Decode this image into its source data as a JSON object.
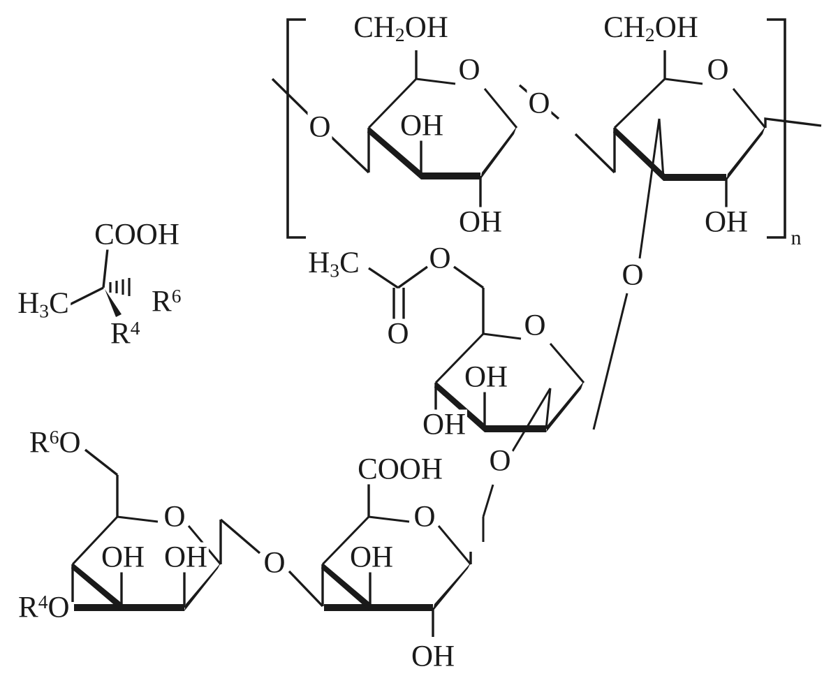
{
  "figure": {
    "type": "chemical-structure-diagram",
    "title": "",
    "subject": "Polysaccharide repeat unit with pyruvyl and acetyl substituents and R-group definitions",
    "line_color": "#1a1a1a",
    "background_color": "#ffffff",
    "projection": "Haworth"
  },
  "labels": {
    "ch2oh_top_left": "CH2OH",
    "ch2oh_top_right": "CH2OH",
    "ring_o_top_left": "O",
    "ring_o_top_right": "O",
    "glyco_o_left": "O",
    "glyco_o_mid_top": "O",
    "oh_top_left_c3": "OH",
    "oh_top_left_c2": "OH",
    "oh_top_right_c2": "OH",
    "repeat_subscript": "n",
    "acetyl_methyl": "H3C",
    "acetyl_ester_o": "O",
    "acetyl_carbonyl_o": "O",
    "mid_ring_o": "O",
    "mid_oh_c3": "OH",
    "mid_oh_c4": "OH",
    "glyco_o_long": "O",
    "glyco_o_lower": "O",
    "side_cooh": "COOH",
    "side_methyl": "H3C",
    "side_r6": "R6",
    "side_r4": "R4",
    "bl_r6o": "R6O",
    "bl_r4o": "R4O",
    "bl_ring_o": "O",
    "bl_oh_c3": "OH",
    "bl_oh_c2": "OH",
    "glyco_o_bottom": "O",
    "br_cooh": "COOH",
    "br_ring_o": "O",
    "br_oh_c3": "OH",
    "br_oh_c2": "OH"
  },
  "structures": [
    {
      "name": "polymer-backbone-repeat-unit",
      "description": "Two pyranose rings in Haworth projection enclosed by square brackets with subscript n",
      "substituents": [
        "CH2OH",
        "CH2OH",
        "OH",
        "OH",
        "OH"
      ],
      "repeat_label": "n"
    },
    {
      "name": "acetylated-pyranose",
      "description": "Pyranose bearing 6-O-acetyl ester and two hydroxyls",
      "substituents": [
        "H3C-C(=O)-O-CH2",
        "OH",
        "OH"
      ]
    },
    {
      "name": "pyruvyl-stereocenter",
      "description": "Quaternary carbon with COOH, methyl, hashed R6 and bold wedge R4",
      "substituents": [
        "COOH",
        "H3C",
        "R6",
        "R4"
      ]
    },
    {
      "name": "substituted-pyranose-R-groups",
      "description": "Pyranose with R6O at C6, R4O at C4, hydroxyls at C3 and C2",
      "substituents": [
        "R6O",
        "R4O",
        "OH",
        "OH"
      ]
    },
    {
      "name": "uronic-acid-pyranose",
      "description": "Pyranose bearing COOH and hydroxyls at C3 and C2",
      "substituents": [
        "COOH",
        "OH",
        "OH"
      ]
    }
  ]
}
